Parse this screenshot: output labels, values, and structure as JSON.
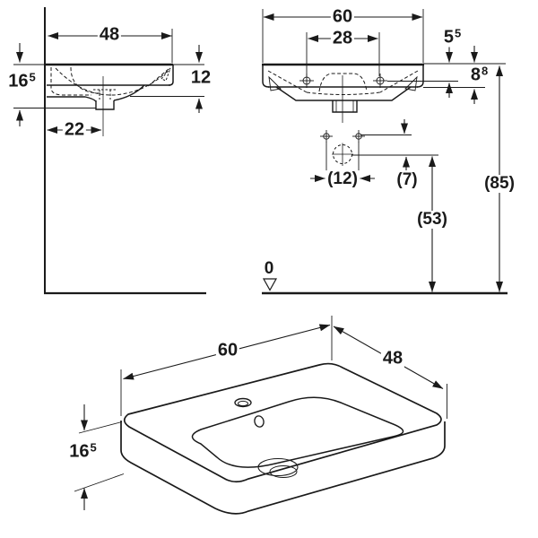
{
  "drawing": {
    "colors": {
      "line": "#1a1a1a",
      "background": "#ffffff"
    }
  },
  "labels": {
    "side": {
      "width": "48",
      "depth": "12",
      "height_base": "16",
      "height_sup": "5",
      "drain_offset": "22"
    },
    "front": {
      "width": "60",
      "hole_spacing": "28",
      "deck_base": "5",
      "deck_sup": "5",
      "rim_base": "8",
      "rim_sup": "8",
      "overall_height": "(85)",
      "tap_height": "(53)",
      "hole_gap": "(12)",
      "hole_drop": "(7)",
      "datum": "0"
    },
    "iso": {
      "width": "60",
      "depth": "48",
      "height_base": "16",
      "height_sup": "5"
    }
  }
}
